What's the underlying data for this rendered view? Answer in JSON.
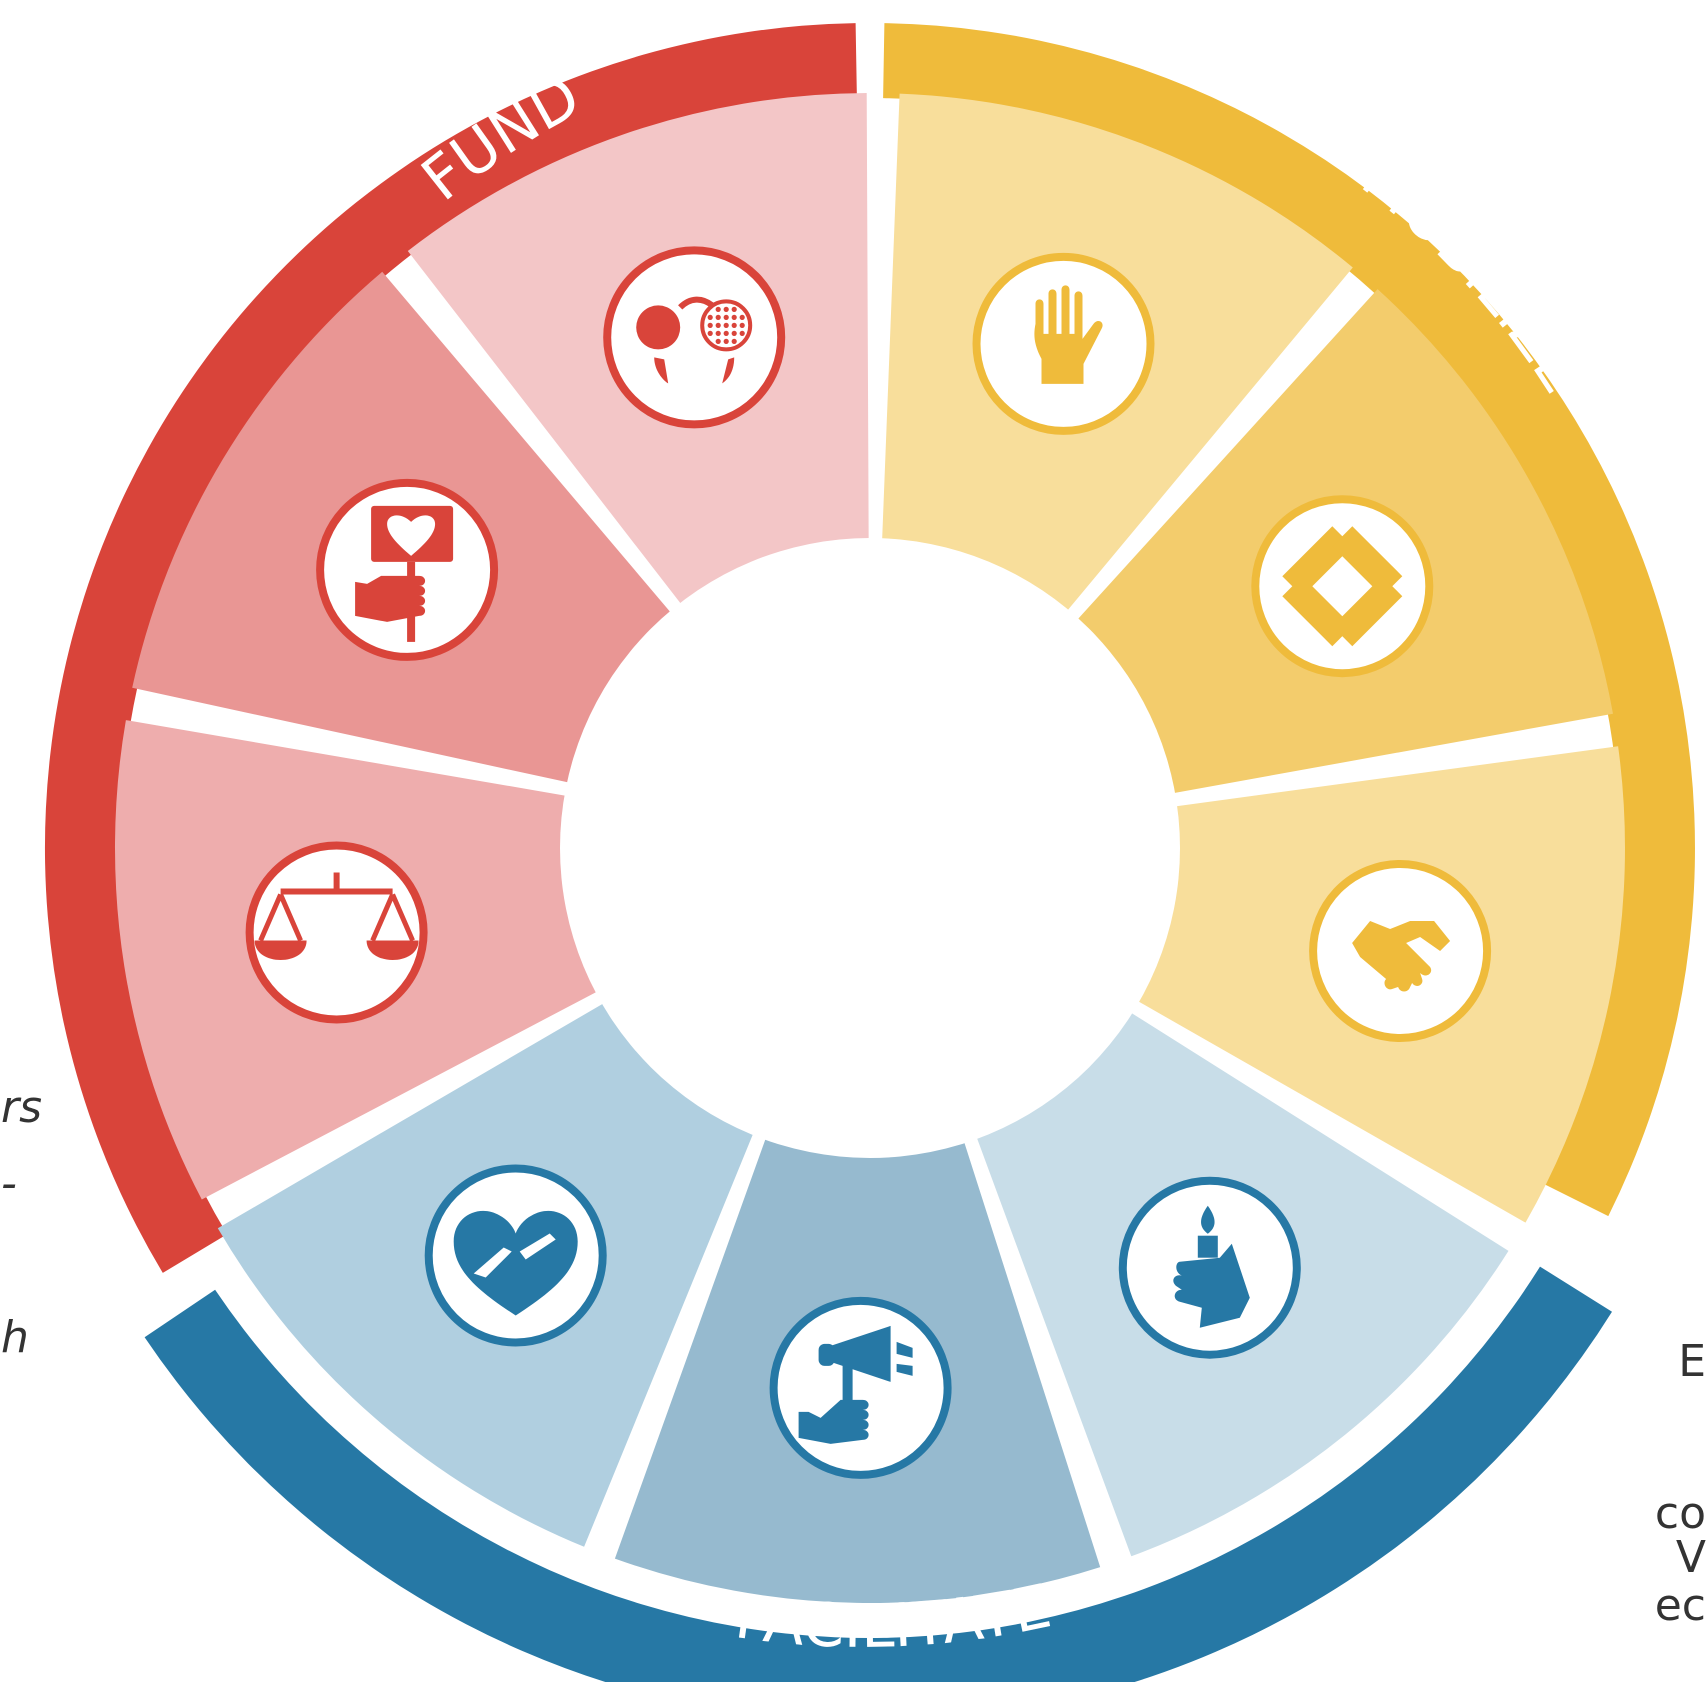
{
  "colors": {
    "fund": "#d9443a",
    "mobilize": "#efbb3b",
    "facilitate": "#2678a5",
    "background": "#ffffff",
    "icon_fill": "#ffffff"
  },
  "arcs": [
    {
      "id": "fund",
      "label": "FUND"
    },
    {
      "id": "mobilize",
      "label": "MOBILIZE"
    },
    {
      "id": "facilitate",
      "label": "FACILITATE"
    }
  ],
  "segments": [
    {
      "group": "mobilize",
      "fill": "#f8de9b",
      "icon": "raised-hand-icon"
    },
    {
      "group": "mobilize",
      "fill": "#f3cc6c",
      "icon": "linked-arms-icon"
    },
    {
      "group": "mobilize",
      "fill": "#f8de9b",
      "icon": "handshake-icon"
    },
    {
      "group": "facilitate",
      "fill": "#c8dde8",
      "icon": "candle-in-hand-icon"
    },
    {
      "group": "facilitate",
      "fill": "#96bacf",
      "icon": "megaphone-hand-icon"
    },
    {
      "group": "facilitate",
      "fill": "#b0cfe0",
      "icon": "heart-hands-icon"
    },
    {
      "group": "fund",
      "fill": "#eeadad",
      "icon": "scales-of-justice-icon"
    },
    {
      "group": "fund",
      "fill": "#e99694",
      "icon": "protest-sign-icon"
    },
    {
      "group": "fund",
      "fill": "#f3c6c7",
      "icon": "dialogue-heads-icon"
    }
  ],
  "edge_text": {
    "left": [
      "rs",
      "-",
      "",
      "h"
    ],
    "right": [
      "E",
      "",
      "co",
      "V",
      "ec"
    ]
  }
}
